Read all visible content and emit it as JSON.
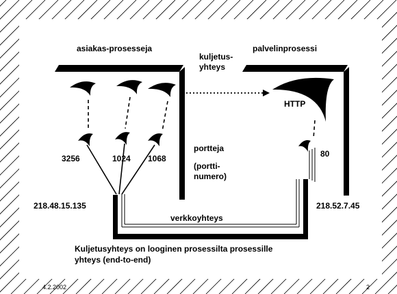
{
  "colors": {
    "background": "#ffffff",
    "ink": "#000000",
    "hatch": "#000000"
  },
  "diagram": {
    "client_heading": "asiakas-prosesseja",
    "transport_heading_line1": "kuljetus-",
    "transport_heading_line2": "yhteys",
    "server_heading": "palvelinprosessi",
    "server_protocol": "HTTP",
    "client_ports": [
      "3256",
      "1024",
      "1068"
    ],
    "server_port": "80",
    "ports_label_line1": "portteja",
    "ports_label_line2": "(portti-",
    "ports_label_line3": "numero)",
    "client_ip": "218.48.15.135",
    "server_ip": "218.52.7.45",
    "network_label": "verkkoyhteys",
    "caption_line1": "Kuljetusyhteys on looginen prosessilta prosessille",
    "caption_line2": "yhteys (end-to-end)"
  },
  "footer": {
    "date": "4.2.2002",
    "page_number": "2"
  }
}
